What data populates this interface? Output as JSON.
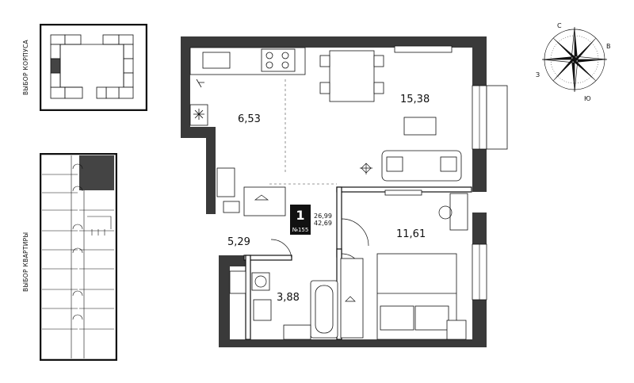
{
  "selectors": {
    "building_label": "ВЫБОР КОРПУСА",
    "apartment_label": "ВЫБОР КВАРТИРЫ"
  },
  "apartment": {
    "rooms_count": "1",
    "number": "№155",
    "living_area": "26,99",
    "total_area": "42,69"
  },
  "rooms": {
    "kitchen": "6,53",
    "living": "15,38",
    "hall": "5,29",
    "bath": "3,88",
    "bedroom": "11,61"
  },
  "compass": {
    "north": "С",
    "east": "В",
    "south": "Ю",
    "west": "З"
  },
  "colors": {
    "wall": "#3a3a3a",
    "highlight": "#444444",
    "line": "#111111",
    "accent_window": "#ffffff"
  }
}
